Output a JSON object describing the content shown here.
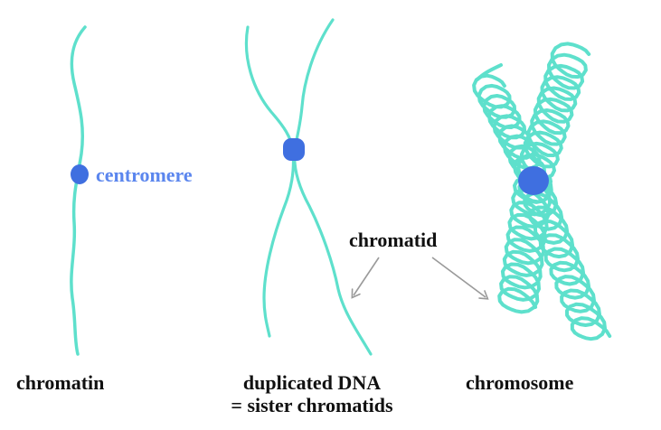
{
  "labels": {
    "centromere": "centromere",
    "chromatin": "chromatin",
    "duplicated_line1": "duplicated DNA",
    "duplicated_line2": "= sister chromatids",
    "chromatid": "chromatid",
    "chromosome": "chromosome"
  },
  "colors": {
    "strand": "#5ee0cc",
    "centromere": "#3f6fe0",
    "centromere_label": "#5b86ee",
    "text": "#111111",
    "arrow": "#9a9a9a"
  },
  "icons": {
    "arrow_left": "arrow-icon",
    "arrow_right": "arrow-icon"
  }
}
